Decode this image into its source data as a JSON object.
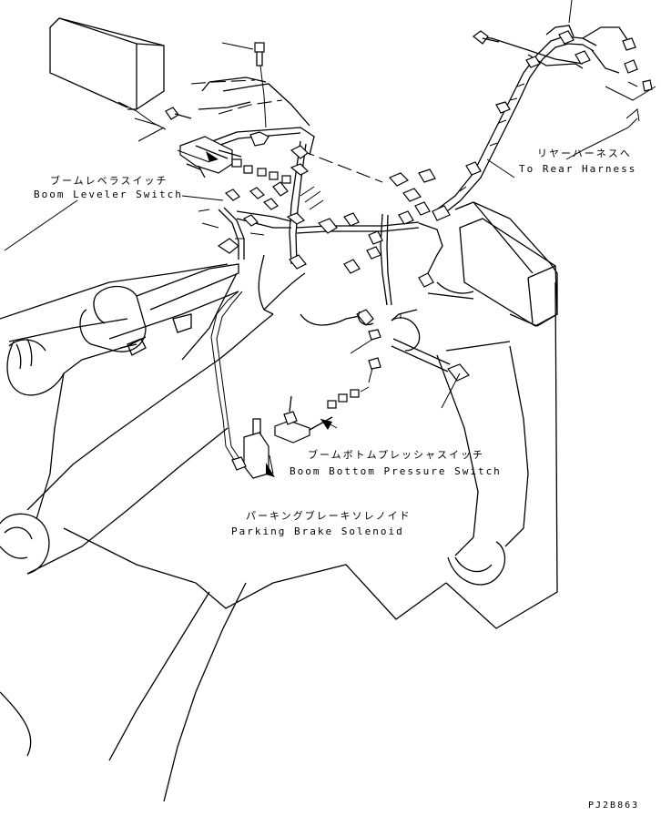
{
  "labels": {
    "boom_leveler_switch": {
      "jp": "ブームレベラスイッチ",
      "en": "Boom Leveler Switch"
    },
    "rear_harness": {
      "jp": "リヤーハーネスへ",
      "en": "To Rear Harness"
    },
    "boom_bottom_pressure_switch": {
      "jp": "ブームボトムプレッシャスイッチ",
      "en": "Boom Bottom Pressure Switch"
    },
    "parking_brake_solenoid": {
      "jp": "パーキングブレーキソレノイド",
      "en": "Parking Brake Solenoid"
    }
  },
  "drawing_code": "PJ2B863"
}
